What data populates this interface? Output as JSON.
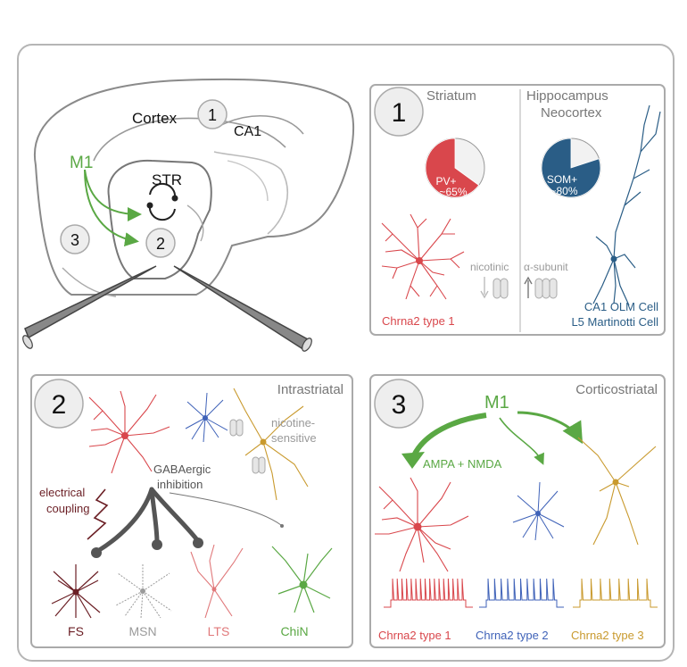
{
  "sagittal": {
    "cortex": "Cortex",
    "ca1": "CA1",
    "m1": "M1",
    "str": "STR",
    "badge1": "1",
    "badge2": "2",
    "badge3": "3"
  },
  "panel1": {
    "badge": "1",
    "striatum": "Striatum",
    "hippo_line1": "Hippocampus",
    "hippo_line2": "Neocortex",
    "pie_left": {
      "label": "PV+",
      "value_label": "~65%",
      "fraction": 0.65
    },
    "pie_right": {
      "label": "SOM+",
      "value_label": "~80%",
      "fraction": 0.8
    },
    "nicotinic_a": "nicotinic",
    "nicotinic_b": "α-subunit",
    "left_cell": "Chrna2 type 1",
    "right_cell_1": "CA1 OLM Cell",
    "right_cell_2": "L5 Martinotti Cell"
  },
  "panel2": {
    "badge": "2",
    "title": "Intrastriatal",
    "nicotine_1": "nicotine-",
    "nicotine_2": "sensitive",
    "gaba_1": "GABAergic",
    "gaba_2": "inhibition",
    "elec_1": "electrical",
    "elec_2": "coupling",
    "cells": [
      "FS",
      "MSN",
      "LTS",
      "ChiN"
    ]
  },
  "panel3": {
    "badge": "3",
    "title": "Corticostriatal",
    "m1": "M1",
    "ampa": "AMPA + NMDA",
    "types": [
      "Chrna2 type 1",
      "Chrna2 type 2",
      "Chrna2 type 3"
    ]
  },
  "colors": {
    "red": "#d9474c",
    "blue": "#3f62b8",
    "gold": "#c99a2e",
    "green": "#5aa844",
    "darkred": "#6b1f25",
    "teal": "#2a5d86",
    "gray": "#9a9a9a"
  }
}
